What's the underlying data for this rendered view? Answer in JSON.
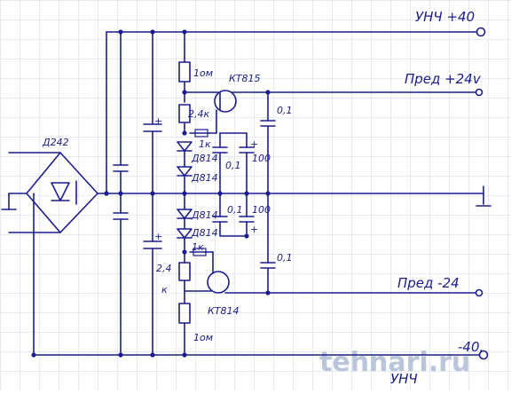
{
  "outputs": {
    "unch_plus": "УНЧ +40",
    "pred_plus": "Пред +24v",
    "pred_minus": "Пред -24",
    "unch_minus": "-40.",
    "unch_minus_name": "УНЧ"
  },
  "components": {
    "bridge": "Д242",
    "r_top_1om": "1ом",
    "r_top_24k": "2,4к",
    "r_top_1k": "1к",
    "d_top_1": "Д814",
    "d_top_2": "Д814",
    "c_top_01": "0,1",
    "c_top_100": "100",
    "c_out_top_01": "0,1",
    "t_top": "КТ815",
    "d_bot_1": "Д814",
    "d_bot_2": "Д814",
    "c_bot_01": "0,1",
    "c_bot_100": "100",
    "r_bot_1k": "1к",
    "c_out_bot_01": "0,1",
    "r_bot_24": "2,4",
    "r_bot_24_unit": "к",
    "t_bot": "КТ814",
    "r_bot_1om": "1ом",
    "cap_plus": "+"
  },
  "watermark": "tehnari.ru",
  "colors": {
    "ink": "#1a1d8f",
    "grid": "#cfd6e6",
    "watermark": "#b9c6da"
  }
}
